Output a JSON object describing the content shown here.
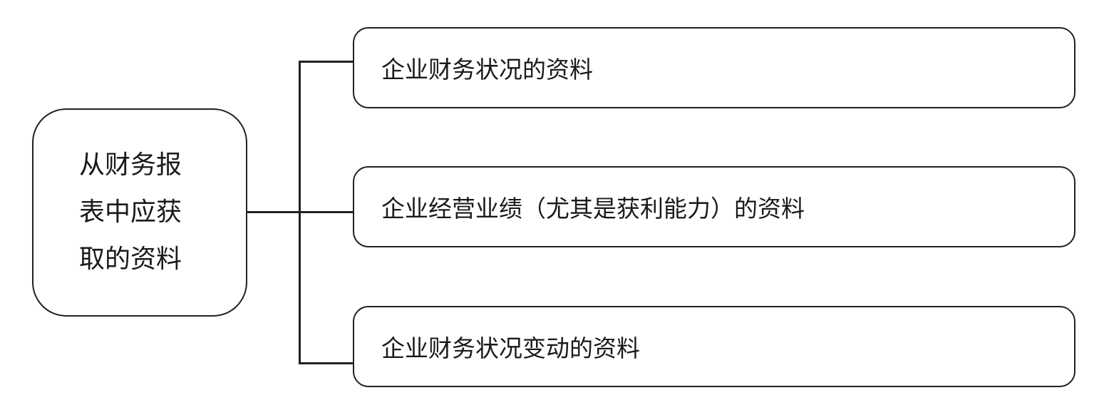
{
  "root": {
    "label": "从财务报表中应获取的资料"
  },
  "children": [
    {
      "label": "企业财务状况的资料"
    },
    {
      "label": "企业经营业绩（尤其是获利能力）的资料"
    },
    {
      "label": "企业财务状况变动的资料"
    }
  ]
}
